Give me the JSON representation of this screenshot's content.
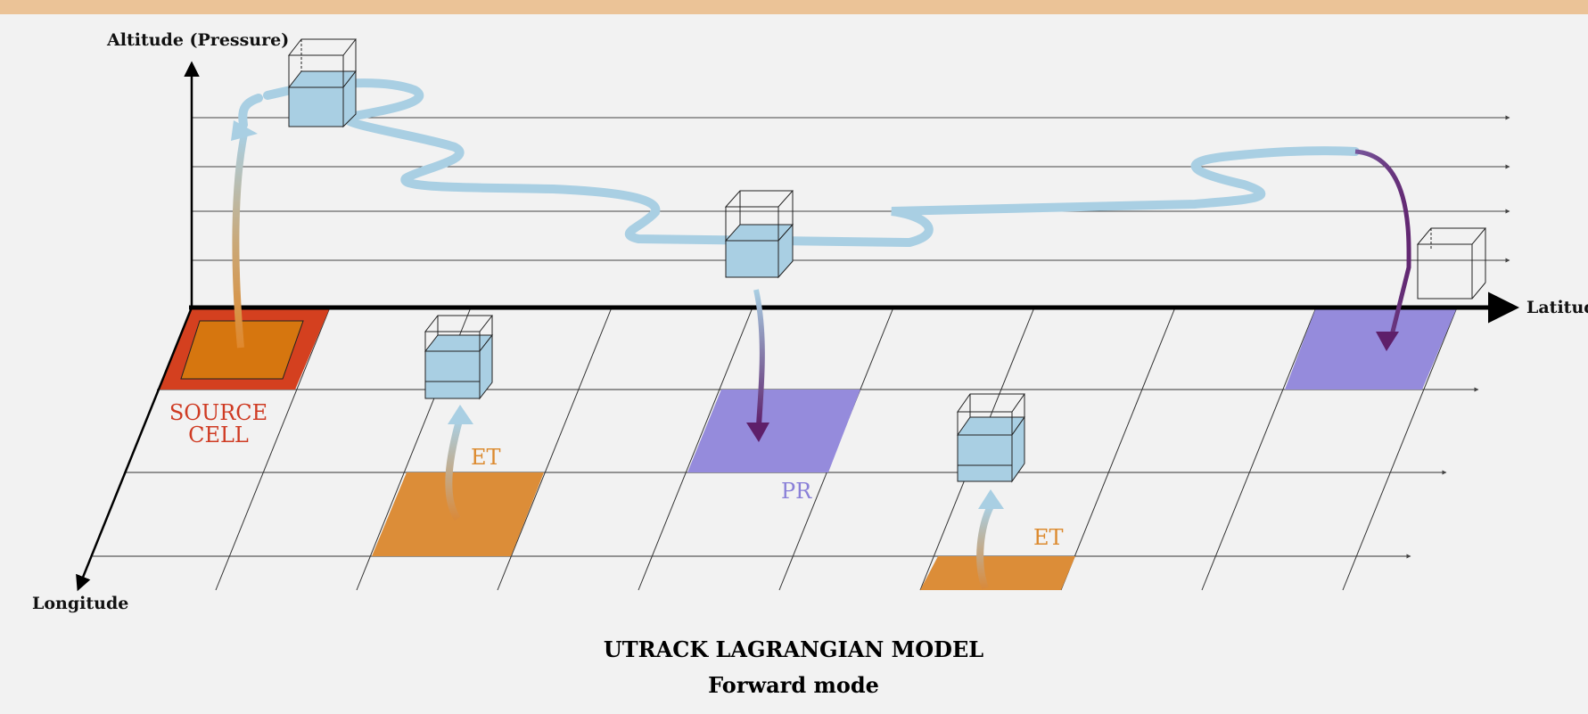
{
  "axes": {
    "altitude_label": "Altitude (Pressure)",
    "latitude_label": "Latitud",
    "longitude_label": "Longitude"
  },
  "labels": {
    "source_line1": "SOURCE",
    "source_line2": "CELL",
    "et_label": "ET",
    "pr_label": "PR"
  },
  "caption": {
    "title": "UTRACK LAGRANGIAN MODEL",
    "subtitle": "Forward mode"
  },
  "colors": {
    "background": "#f2f2f2",
    "top_bar": "#ebc397",
    "source_outer": "#d4401f",
    "source_inner": "#d6760f",
    "evaporation_cell": "#dc8d38",
    "precipitation_cell": "#958bdc",
    "water": "#a9d0e3",
    "source_text": "#cf3b23",
    "et_text": "#dc8a2e",
    "pr_text": "#8a80d8",
    "precip_arrow": "#5e1f6a"
  }
}
